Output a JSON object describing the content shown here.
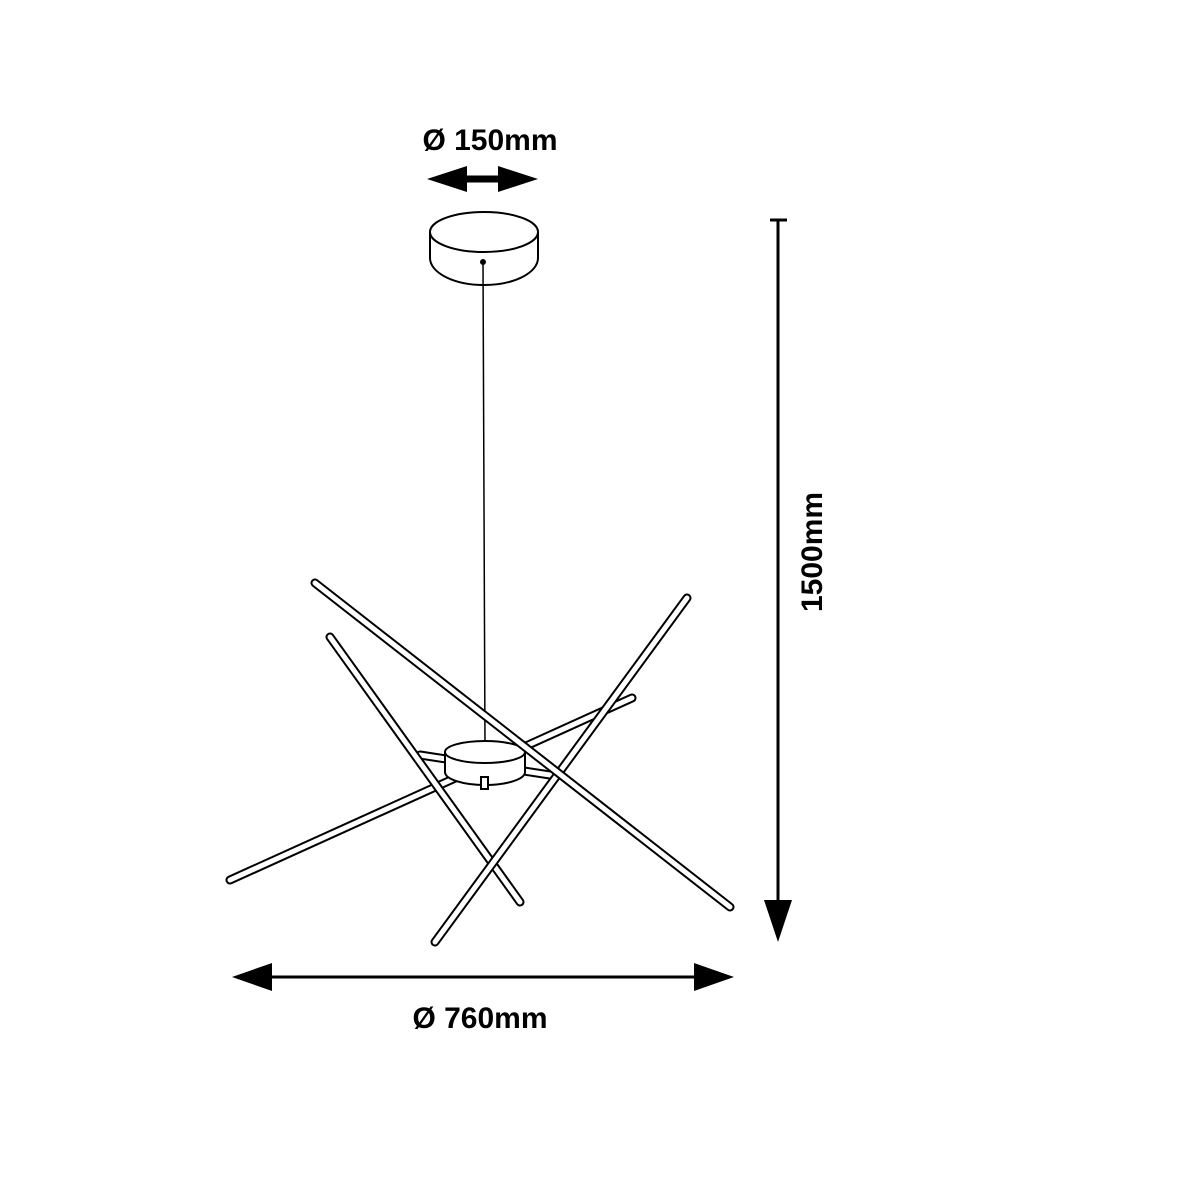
{
  "dimensions": {
    "canopy_diameter": "Ø 150mm",
    "overall_height": "1500mm",
    "overall_diameter": "Ø 760mm"
  },
  "colors": {
    "line": "#000000",
    "background": "#ffffff"
  }
}
